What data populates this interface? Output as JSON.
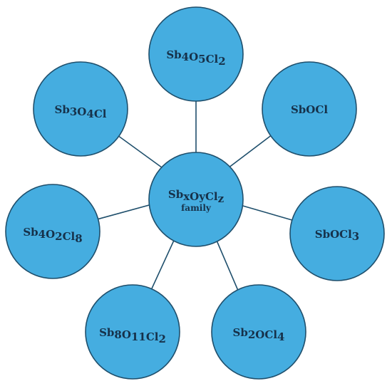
{
  "center": {
    "label": "SbxOyClz",
    "sublabel": "family"
  },
  "nodes": [
    {
      "label": "Sb4O5Cl2"
    },
    {
      "label": "SbOCl"
    },
    {
      "label": "SbOCl3"
    },
    {
      "label": "Sb2OCl4"
    },
    {
      "label": "Sb8O11Cl2"
    },
    {
      "label": "Sb4O2Cl8"
    },
    {
      "label": "Sb3O4Cl"
    }
  ],
  "colors": {
    "node_fill": "#45ade0",
    "outline": "#1f4f6c",
    "text": "#16314a"
  }
}
